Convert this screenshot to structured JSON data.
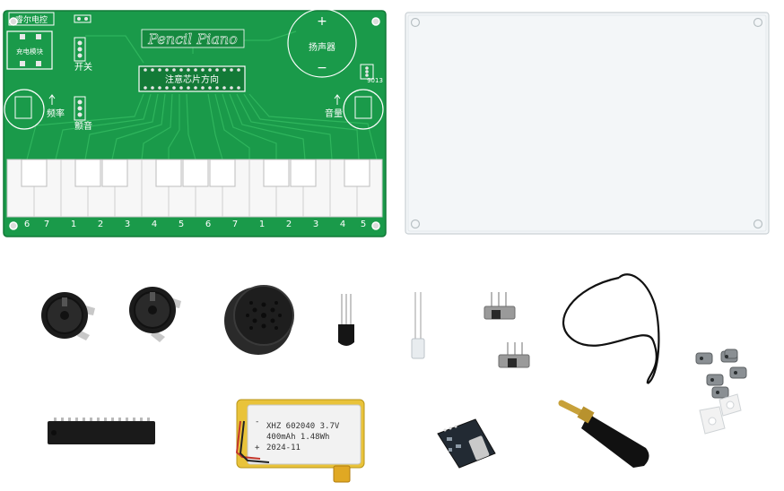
{
  "pcb": {
    "title": "Pencil Piano",
    "brand": "睿尔电控",
    "charge_module": "充电模块",
    "switch": "开关",
    "chip_note": "注意芯片方向",
    "speaker": "扬声器",
    "plus": "+",
    "minus": "−",
    "transistor": "9013",
    "frequency": "频率",
    "vibrato": "颤音",
    "volume": "音量",
    "key_numbers": [
      "6",
      "7",
      "1",
      "2",
      "3",
      "4",
      "5",
      "6",
      "7",
      "1",
      "2",
      "3",
      "4",
      "5"
    ]
  },
  "battery": {
    "line1": "XHZ 602040 3.7V",
    "line2": "400mAh 1.48Wh",
    "line3": "2024-11",
    "plus": "+",
    "minus": "-"
  },
  "colors": {
    "pcb_green": "#1a9a4a",
    "silk": "#ffffff",
    "key_white": "#f7f7f7",
    "battery_gold": "#e9c33a",
    "acrylic": "#f3f6f8"
  }
}
